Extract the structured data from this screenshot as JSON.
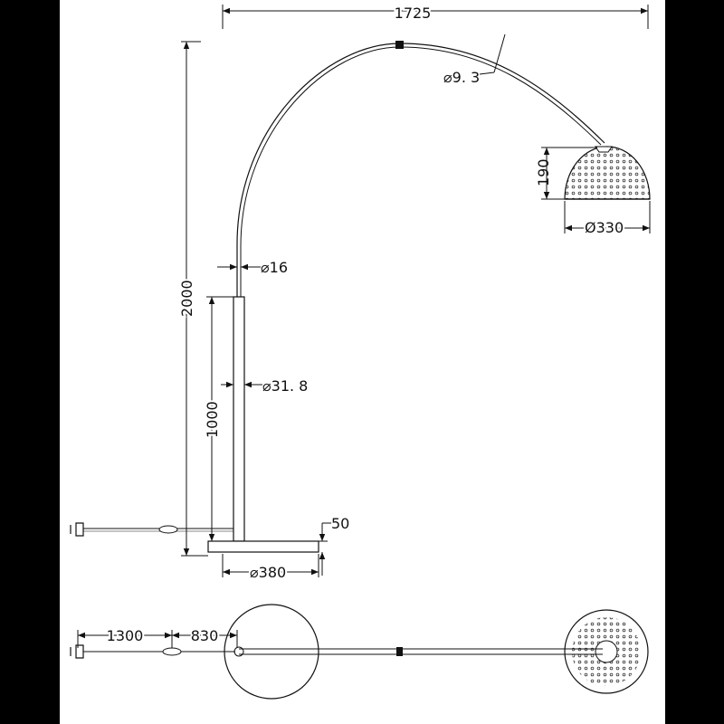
{
  "dimensions": {
    "total_reach": "1725",
    "arc_tube_diameter": "⌀9. 3",
    "shade_height": "190",
    "shade_diameter": "Ø330",
    "upper_tube_diameter": "⌀16",
    "total_height": "2000",
    "lower_tube_diameter": "⌀31. 8",
    "lower_tube_height": "1000",
    "base_thickness": "50",
    "base_diameter": "⌀380",
    "cable_to_switch": "1300",
    "switch_to_base": "830"
  },
  "colors": {
    "background": "#000000",
    "sheet": "#ffffff",
    "ink": "#111111"
  }
}
